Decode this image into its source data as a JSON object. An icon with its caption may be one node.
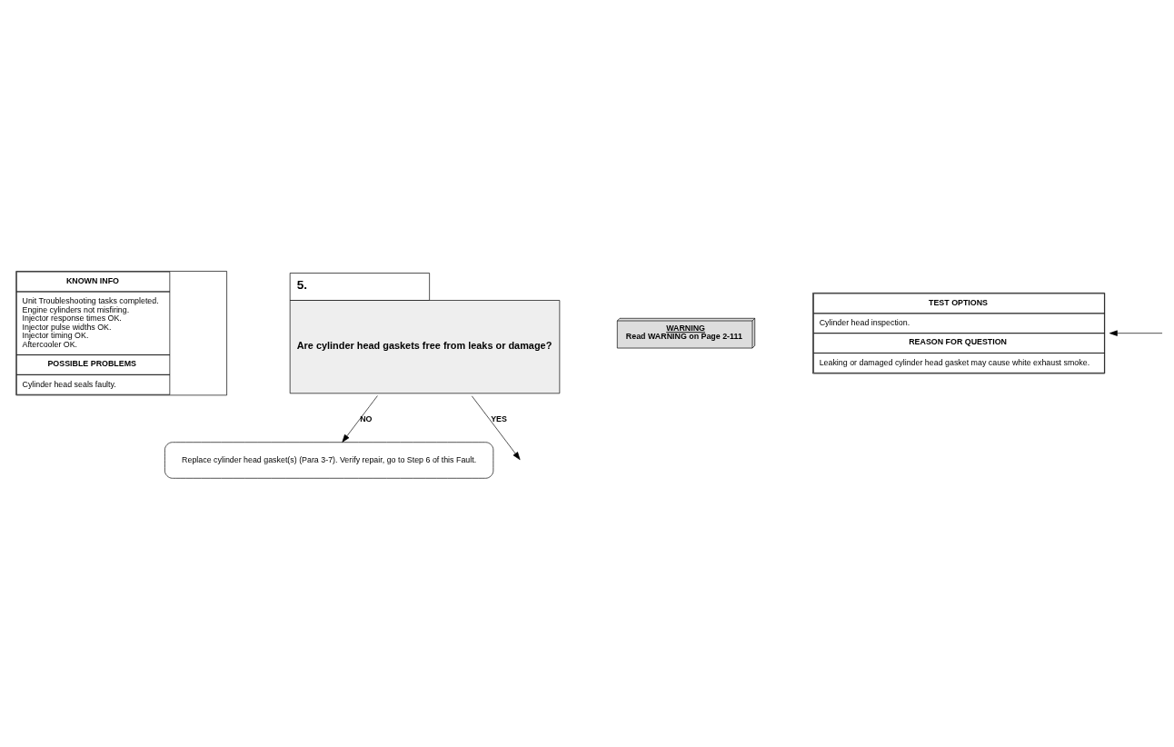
{
  "diagram": {
    "nodes": [
      {
        "text": [
          "KNOWN INFO",
          "Unit Troubleshooting tasks completed.",
          "Engine cylinders not misfiring.",
          "Injector response times OK.",
          "Injector pulse widths OK.",
          "Injector timing OK.",
          "Aftercooler OK.",
          "POSSIBLE PROBLEMS",
          "Cylinder head seals faulty."
        ]
      },
      {
        "text": [
          "5.",
          "Are cylinder head gaskets free from leaks or damage?"
        ]
      },
      {
        "text": [
          "WARNING",
          "Read WARNING on Page 2-111"
        ]
      },
      {
        "text": [
          "TEST OPTIONS",
          "Cylinder head inspection.",
          "REASON FOR QUESTION",
          "Leaking or damaged cylinder head gasket may cause white exhaust smoke."
        ]
      },
      {
        "text": [
          "Replace cylinder head gasket(s) (Para 3-7). Verify repair, go to Step 6 of this Fault."
        ]
      }
    ],
    "edges": [
      {
        "from": 1,
        "to": 4,
        "arrow": "to",
        "label": "NO"
      },
      {
        "from": 1,
        "to": null,
        "arrow": "to",
        "label": "YES"
      },
      {
        "from": null,
        "to": 3,
        "arrow": "to"
      }
    ]
  }
}
